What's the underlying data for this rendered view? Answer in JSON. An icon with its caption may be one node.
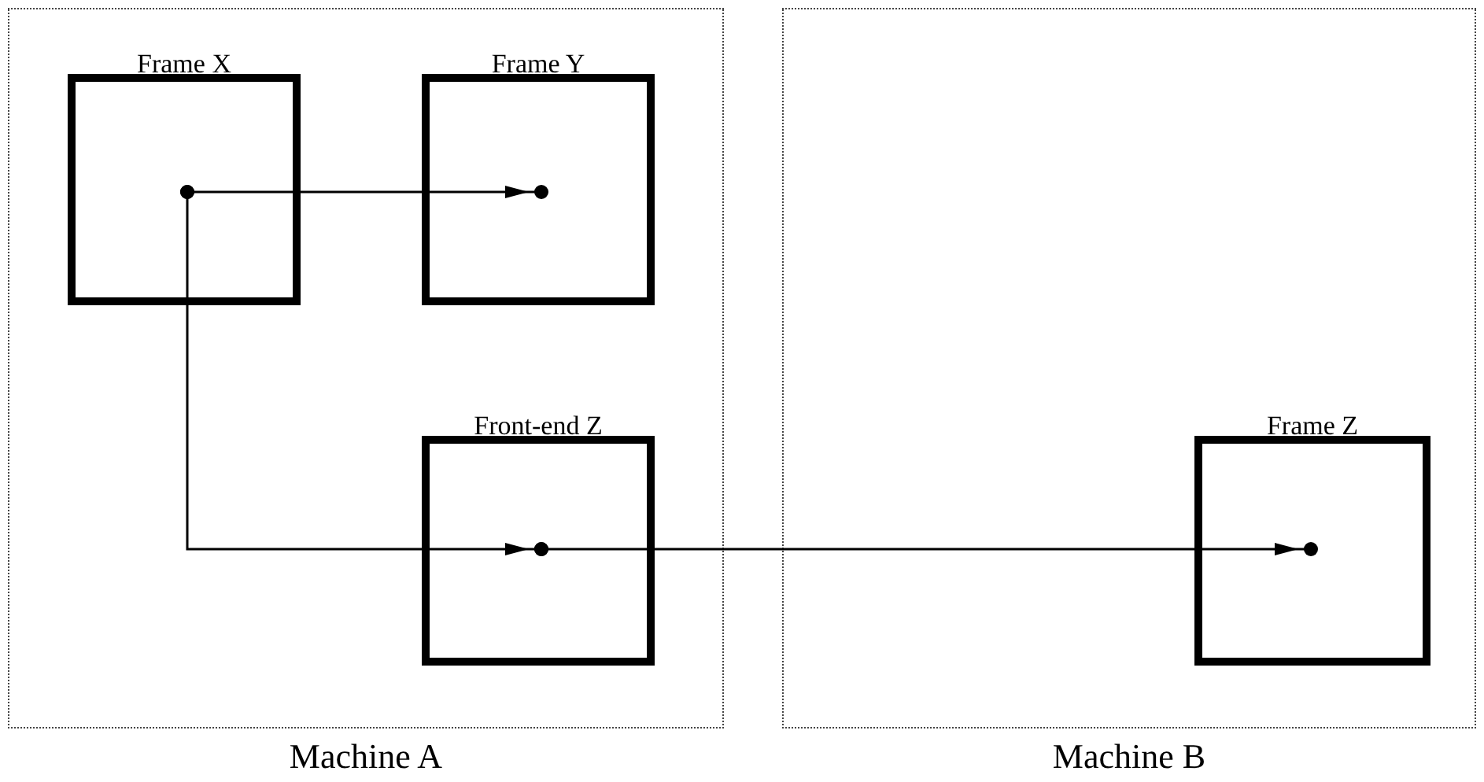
{
  "diagram": {
    "nodes": [
      {
        "text": [
          "Machine A"
        ]
      },
      {
        "text": [
          "Machine B"
        ]
      },
      {
        "text": [
          "Frame X"
        ],
        "in": 0
      },
      {
        "text": [
          "Frame Y"
        ],
        "in": 0
      },
      {
        "text": [
          "Front-end Z"
        ],
        "in": 0
      },
      {
        "text": [
          "Frame Z"
        ],
        "in": 1
      }
    ],
    "edges": [
      {
        "from": 2,
        "to": 3,
        "arrow": "to"
      },
      {
        "from": 2,
        "to": 4,
        "arrow": "to"
      },
      {
        "from": 4,
        "to": 5,
        "arrow": "to"
      }
    ]
  }
}
